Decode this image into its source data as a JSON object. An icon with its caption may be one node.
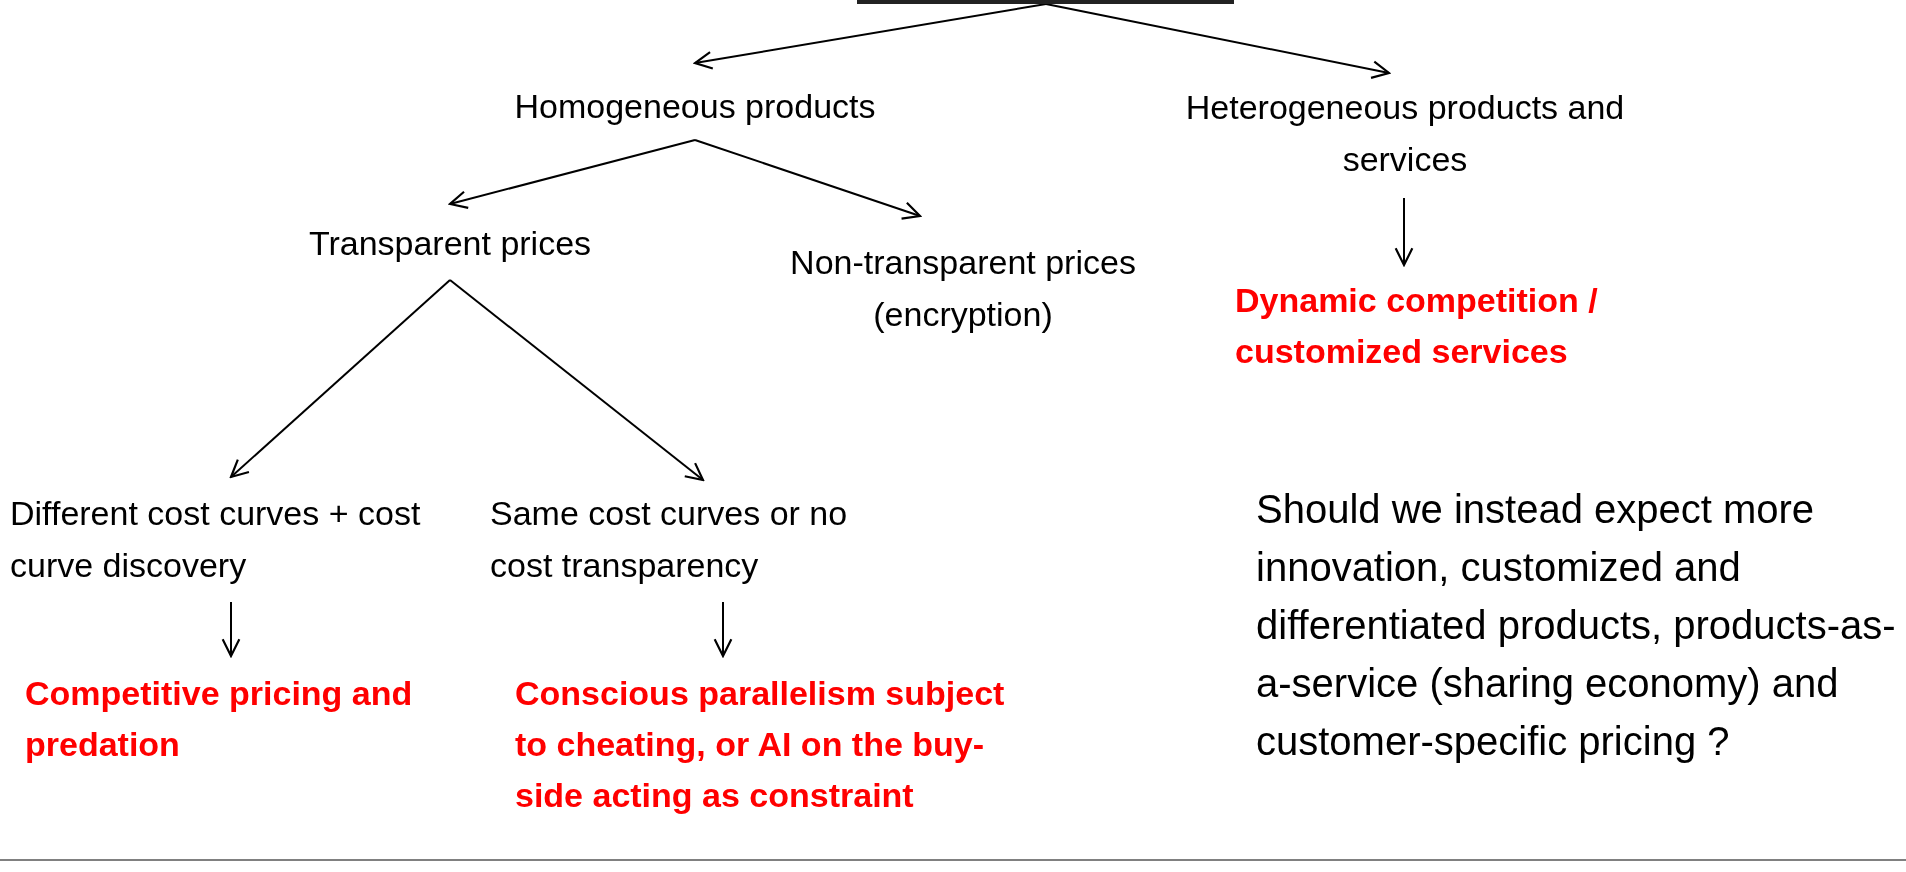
{
  "diagram": {
    "nodes": [
      {
        "text": [],
        "shape": "bar"
      },
      {
        "text": [
          "Homogeneous products"
        ]
      },
      {
        "text": [
          "Heterogeneous products and services"
        ]
      },
      {
        "text": [
          "Transparent prices"
        ]
      },
      {
        "text": [
          "Non-transparent prices (encryption)"
        ]
      },
      {
        "text": [
          "Dynamic competition / customized services"
        ]
      },
      {
        "text": [
          "Different cost curves + cost curve discovery"
        ]
      },
      {
        "text": [
          "Same cost curves or no cost transparency"
        ]
      },
      {
        "text": [
          "Competitive pricing and predation"
        ]
      },
      {
        "text": [
          "Conscious parallelism subject to cheating, or AI on the buy-side acting as constraint"
        ]
      }
    ],
    "edges": [
      {
        "from": 0,
        "to": 1,
        "arrow": "to"
      },
      {
        "from": 0,
        "to": 2,
        "arrow": "to"
      },
      {
        "from": 1,
        "to": 3,
        "arrow": "to"
      },
      {
        "from": 1,
        "to": 4,
        "arrow": "to"
      },
      {
        "from": 2,
        "to": 5,
        "arrow": "to"
      },
      {
        "from": 3,
        "to": 6,
        "arrow": "to"
      },
      {
        "from": 3,
        "to": 7,
        "arrow": "to"
      },
      {
        "from": 6,
        "to": 8,
        "arrow": "to"
      },
      {
        "from": 7,
        "to": 9,
        "arrow": "to"
      }
    ],
    "labels": [
      "Should we instead expect more innovation, customized and differentiated products, products-as-a-service (sharing economy) and customer-specific pricing ?"
    ]
  }
}
